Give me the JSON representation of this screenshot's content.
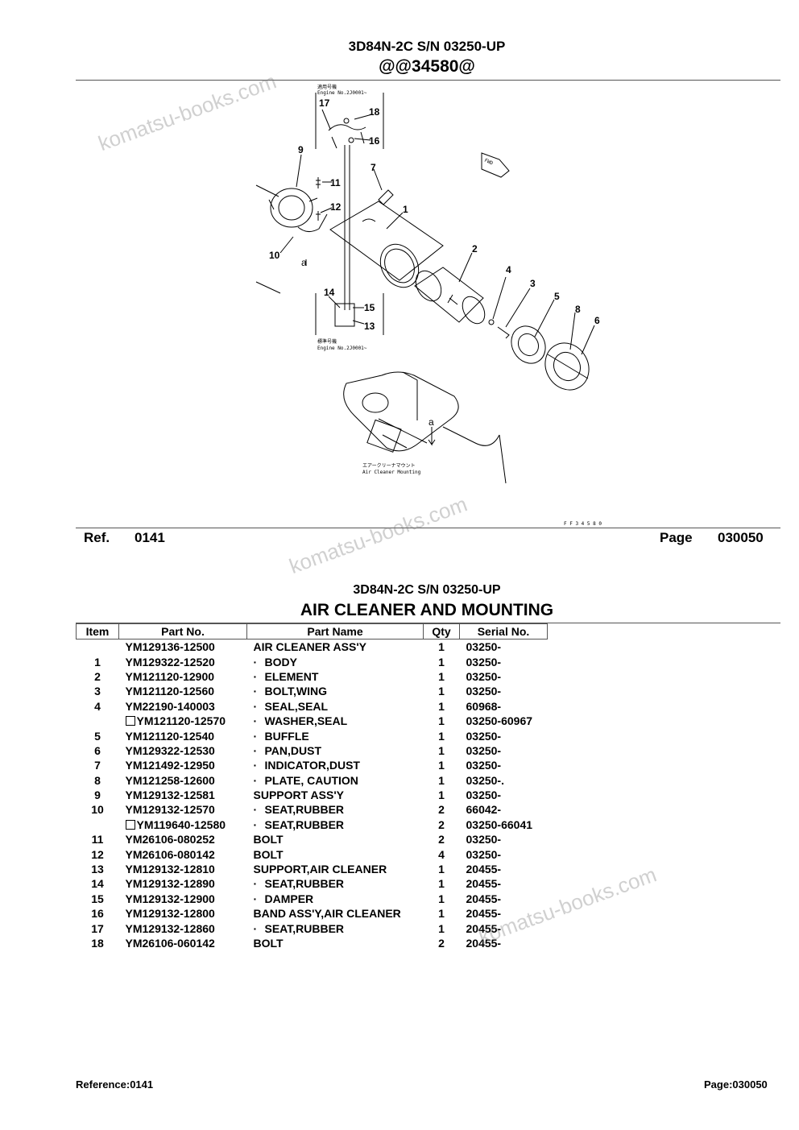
{
  "header": {
    "model": "3D84N-2C S/N 03250-UP",
    "code": "@@34580@"
  },
  "diagram": {
    "callouts": [
      "17",
      "18",
      "16",
      "9",
      "11",
      "7",
      "12",
      "1",
      "2",
      "10",
      "4",
      "3",
      "5",
      "8",
      "6",
      "14",
      "15",
      "13",
      "a",
      "a"
    ],
    "labels": {
      "top_note": "適用号機 Engine No.2J0001~",
      "mid_note": "標準号機 Engine No.2J0001~",
      "bottom_note": "エアークリーナマウント Air Cleaner Mounting",
      "arrow_box": "FWD",
      "figure_code": "F F 3 4 5 8 0"
    }
  },
  "ref_bar": {
    "ref_label": "Ref.",
    "ref_value": "0141",
    "page_label": "Page",
    "page_value": "030050"
  },
  "section": {
    "model": "3D84N-2C S/N 03250-UP",
    "title": "AIR CLEANER AND MOUNTING"
  },
  "table": {
    "headers": [
      "Item",
      "Part No.",
      "Part Name",
      "Qty",
      "Serial No."
    ],
    "rows": [
      {
        "item": "",
        "part": "YM129136-12500",
        "name": "AIR CLEANER ASS'Y",
        "qty": "1",
        "serial": "03250-",
        "sub": false,
        "box": false
      },
      {
        "item": "1",
        "part": "YM129322-12520",
        "name": "BODY",
        "qty": "1",
        "serial": "03250-",
        "sub": true,
        "box": false
      },
      {
        "item": "2",
        "part": "YM121120-12900",
        "name": "ELEMENT",
        "qty": "1",
        "serial": "03250-",
        "sub": true,
        "box": false
      },
      {
        "item": "3",
        "part": "YM121120-12560",
        "name": "BOLT,WING",
        "qty": "1",
        "serial": "03250-",
        "sub": true,
        "box": false
      },
      {
        "item": "4",
        "part": "YM22190-140003",
        "name": "SEAL,SEAL",
        "qty": "1",
        "serial": "60968-",
        "sub": true,
        "box": false
      },
      {
        "item": "",
        "part": "YM121120-12570",
        "name": "WASHER,SEAL",
        "qty": "1",
        "serial": "03250-60967",
        "sub": true,
        "box": true
      },
      {
        "item": "5",
        "part": "YM121120-12540",
        "name": "BUFFLE",
        "qty": "1",
        "serial": "03250-",
        "sub": true,
        "box": false
      },
      {
        "item": "6",
        "part": "YM129322-12530",
        "name": "PAN,DUST",
        "qty": "1",
        "serial": "03250-",
        "sub": true,
        "box": false
      },
      {
        "item": "7",
        "part": "YM121492-12950",
        "name": "INDICATOR,DUST",
        "qty": "1",
        "serial": "03250-",
        "sub": true,
        "box": false
      },
      {
        "item": "8",
        "part": "YM121258-12600",
        "name": "PLATE, CAUTION",
        "qty": "1",
        "serial": "03250-.",
        "sub": true,
        "box": false
      },
      {
        "item": "9",
        "part": "YM129132-12581",
        "name": "SUPPORT ASS'Y",
        "qty": "1",
        "serial": "03250-",
        "sub": false,
        "box": false
      },
      {
        "item": "10",
        "part": "YM129132-12570",
        "name": "SEAT,RUBBER",
        "qty": "2",
        "serial": "66042-",
        "sub": true,
        "box": false
      },
      {
        "item": "",
        "part": "YM119640-12580",
        "name": "SEAT,RUBBER",
        "qty": "2",
        "serial": "03250-66041",
        "sub": true,
        "box": true
      },
      {
        "item": "11",
        "part": "YM26106-080252",
        "name": "BOLT",
        "qty": "2",
        "serial": "03250-",
        "sub": false,
        "box": false
      },
      {
        "item": "12",
        "part": "YM26106-080142",
        "name": "BOLT",
        "qty": "4",
        "serial": "03250-",
        "sub": false,
        "box": false
      },
      {
        "item": "13",
        "part": "YM129132-12810",
        "name": "SUPPORT,AIR CLEANER",
        "qty": "1",
        "serial": "20455-",
        "sub": false,
        "box": false
      },
      {
        "item": "14",
        "part": "YM129132-12890",
        "name": "SEAT,RUBBER",
        "qty": "1",
        "serial": "20455-",
        "sub": true,
        "box": false
      },
      {
        "item": "15",
        "part": "YM129132-12900",
        "name": "DAMPER",
        "qty": "1",
        "serial": "20455-",
        "sub": true,
        "box": false
      },
      {
        "item": "16",
        "part": "YM129132-12800",
        "name": "BAND ASS'Y,AIR CLEANER",
        "qty": "1",
        "serial": "20455-",
        "sub": false,
        "box": false
      },
      {
        "item": "17",
        "part": "YM129132-12860",
        "name": "SEAT,RUBBER",
        "qty": "1",
        "serial": "20455-",
        "sub": true,
        "box": false
      },
      {
        "item": "18",
        "part": "YM26106-060142",
        "name": "BOLT",
        "qty": "2",
        "serial": "20455-",
        "sub": false,
        "box": false
      }
    ]
  },
  "footer": {
    "reference": "Reference:0141",
    "page": "Page:030050"
  },
  "watermark": "komatsu-books.com"
}
